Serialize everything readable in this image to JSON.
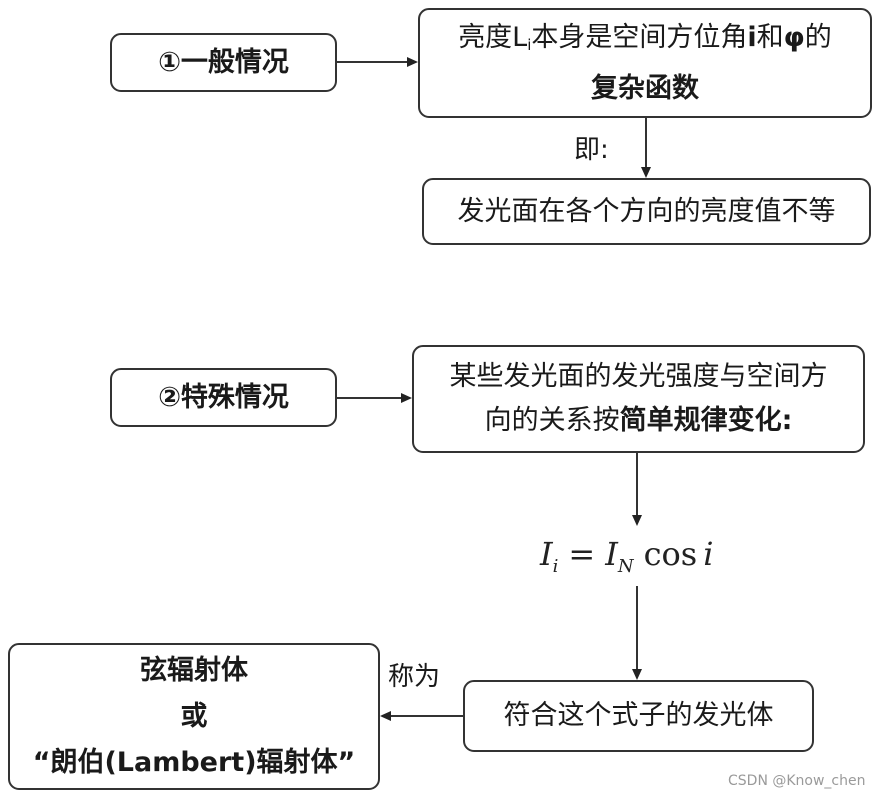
{
  "general": {
    "label": "①一般情况"
  },
  "general_desc": {
    "seg1": "亮度L",
    "sub": "i",
    "seg2": "本身是空间方位角",
    "angle_i": "i",
    "seg3": "和",
    "angle_phi": "φ",
    "seg4": "的",
    "line2": "复杂函数"
  },
  "connector_label_1": "即:",
  "uneven": {
    "label": "发光面在各个方向的亮度值不等"
  },
  "special": {
    "label": "②特殊情况"
  },
  "special_desc": {
    "line1": "某些发光面的发光强度与空间方",
    "line2_normal": "向的关系按",
    "line2_bold": "简单规律变化:"
  },
  "formula": {
    "lhs": "I",
    "lhs_sub": "i",
    "eq": "=",
    "rhs": "I",
    "rhs_sub": "N",
    "func": "cos",
    "arg": "i"
  },
  "conforming": {
    "label": "符合这个式子的发光体"
  },
  "connector_label_2": "称为",
  "lambert": {
    "line1": "弦辐射体",
    "line2": "或",
    "line3": "“朗伯(Lambert)辐射体”"
  },
  "watermark": "CSDN @Know_chen",
  "colors": {
    "border": "#333333",
    "text": "#1a1a1a",
    "watermark": "#9a9a9a"
  }
}
